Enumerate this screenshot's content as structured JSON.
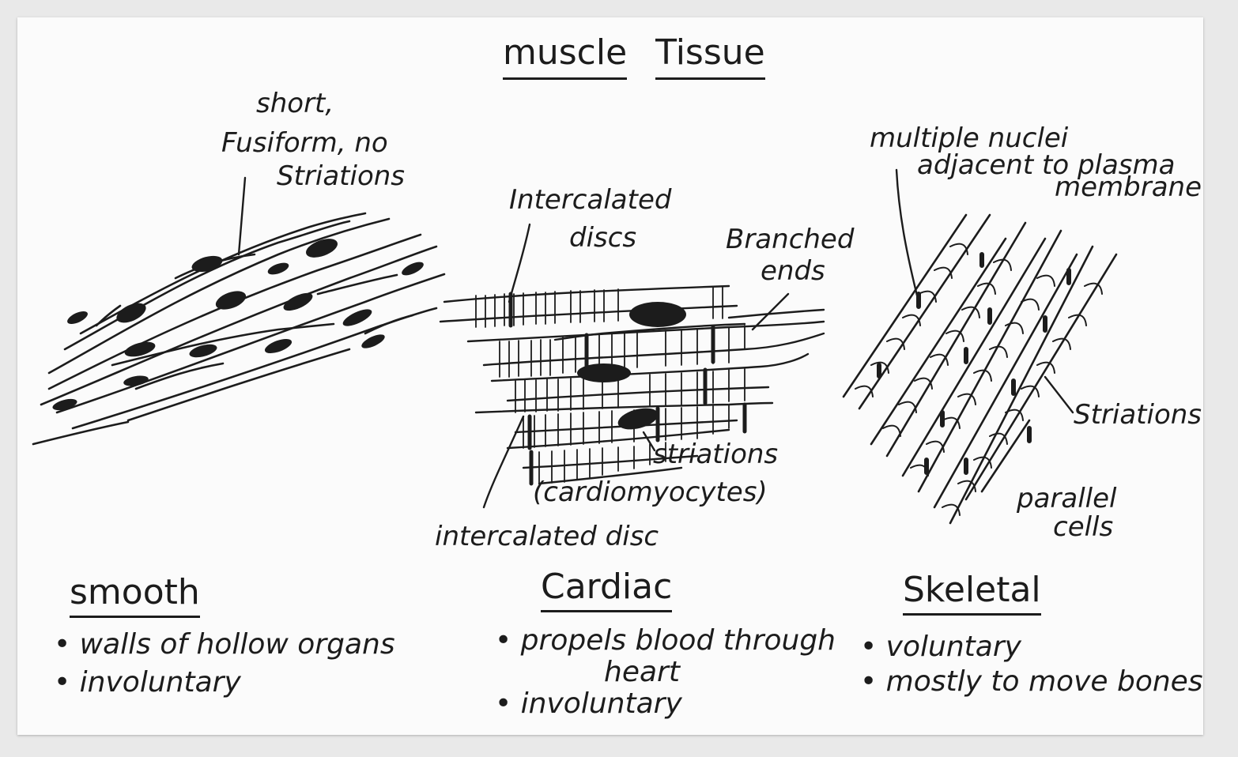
{
  "title": {
    "word1": "muscle",
    "word2": "Tissue"
  },
  "smooth": {
    "heading": "smooth",
    "annotation": [
      "short,",
      "Fusiform, no",
      "Striations"
    ],
    "bullets": [
      "• walls of hollow organs",
      "• involuntary"
    ]
  },
  "cardiac": {
    "heading": "Cardiac",
    "labels": {
      "intercalated_discs": [
        "Intercalated",
        "discs"
      ],
      "branched_ends": [
        "Branched",
        "ends"
      ],
      "striations": "striations",
      "cardiomyocytes": "(cardiomyocytes)",
      "intercalated_disc": "intercalated disc"
    },
    "bullets": [
      "• propels blood through",
      "heart",
      "• involuntary"
    ]
  },
  "skeletal": {
    "heading": "Skeletal",
    "labels": {
      "multiple_nuclei": [
        "multiple nuclei",
        "adjacent to plasma",
        "membrane"
      ],
      "striations": "Striations",
      "parallel_cells": [
        "parallel",
        "cells"
      ]
    },
    "bullets": [
      "• voluntary",
      "• mostly to move bones"
    ]
  }
}
